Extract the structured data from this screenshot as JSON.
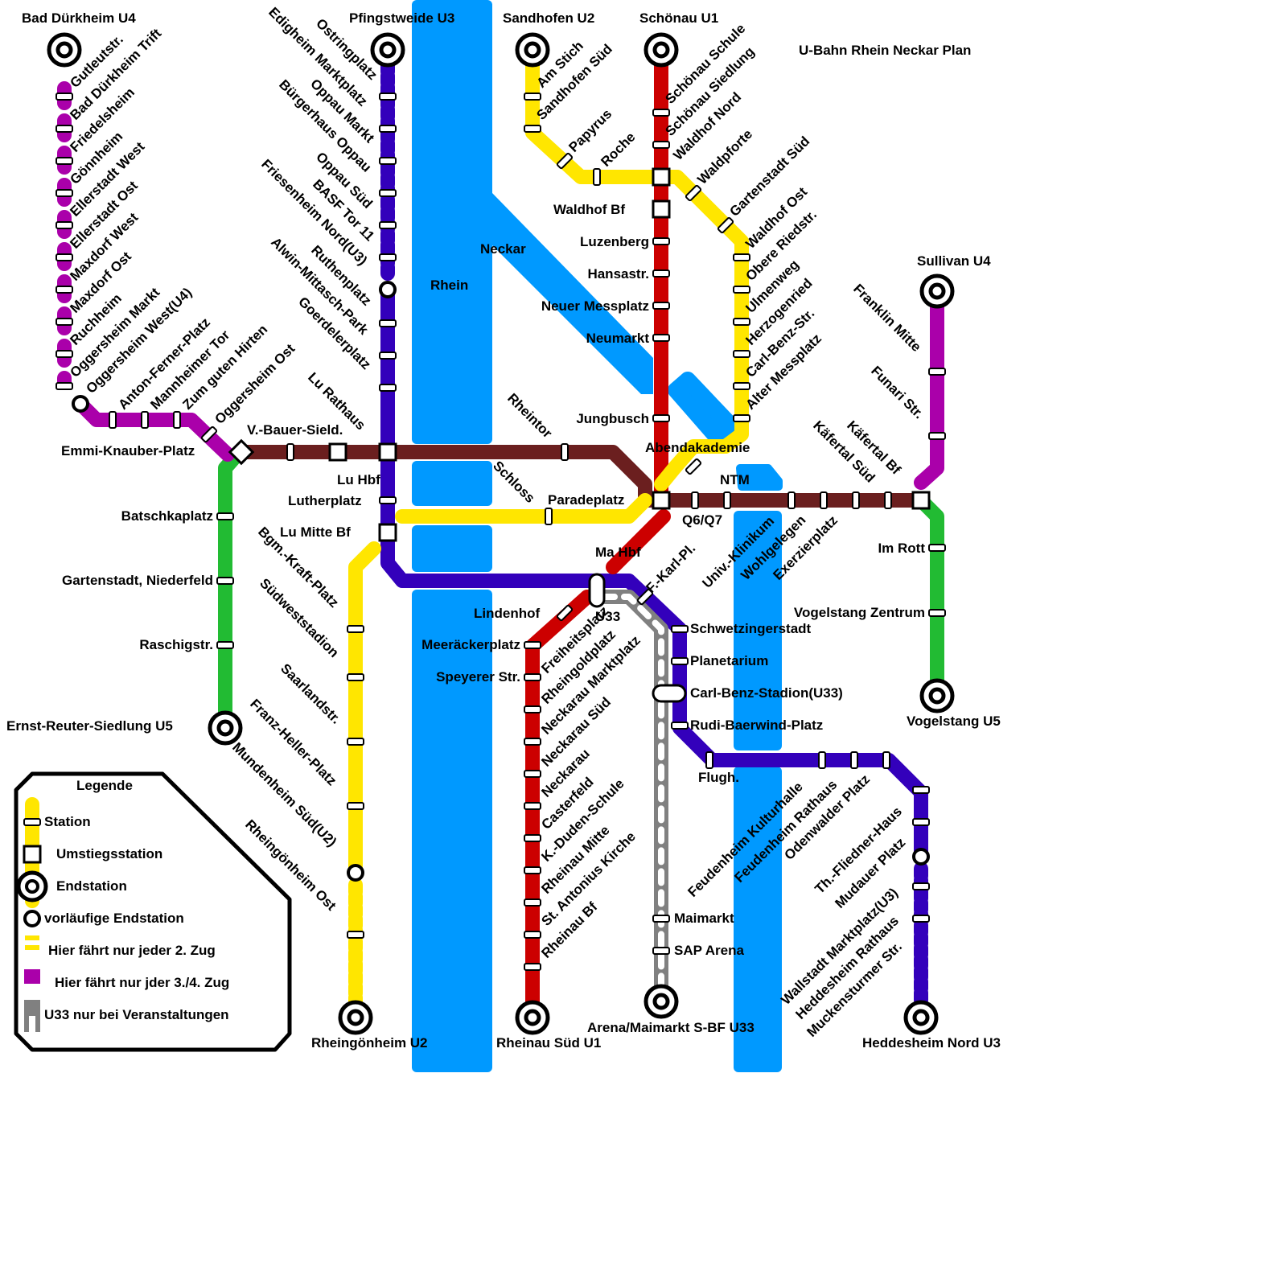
{
  "title": "U-Bahn Rhein Neckar Plan",
  "colors": {
    "water": "#0099ff",
    "u1": "#cc0000",
    "u2": "#ffe600",
    "u3": "#3300bb",
    "u4": "#aa00aa",
    "u5": "#22bb33",
    "u33": "#808080",
    "cross": "#6b1f1f"
  },
  "water": {
    "rhein": "Rhein",
    "neckar": "Neckar"
  },
  "termini": {
    "bad_duerkheim": "Bad Dürkheim U4",
    "pfingstweide": "Pfingstweide U3",
    "sandhofen": "Sandhofen U2",
    "schoenau": "Schönau U1",
    "sullivan": "Sullivan U4",
    "vogelstang": "Vogelstang U5",
    "ernst_reuter": "Ernst-Reuter-Siedlung U5",
    "rheingoenheim": "Rheingönheim U2",
    "rheinau_sued": "Rheinau Süd U1",
    "arena": "Arena/Maimarkt S-BF U33",
    "heddesheim": "Heddesheim Nord U3"
  },
  "stations_h": {
    "waldhof_bf": "Waldhof Bf",
    "luzenberg": "Luzenberg",
    "hansastr": "Hansastr.",
    "neuer_messplatz": "Neuer Messplatz",
    "neumarkt": "Neumarkt",
    "jungbusch": "Jungbusch",
    "abendakademie": "Abendakademie",
    "ntm": "NTM",
    "v_bauer": "V.-Bauer-Sield.",
    "emmi": "Emmi-Knauber-Platz",
    "lu_hbf": "Lu Hbf",
    "lutherplatz": "Lutherplatz",
    "lu_mitte": "Lu Mitte Bf",
    "paradeplatz": "Paradeplatz",
    "q6q7": "Q6/Q7",
    "ma_hbf": "Ma Hbf",
    "lindenhof": "Lindenhof",
    "u33": "U33",
    "meeraecker": "Meeräckerplatz",
    "speyerer": "Speyerer Str.",
    "schwetzinger": "Schwetzingerstadt",
    "planetarium": "Planetarium",
    "carl_benz_stadion": "Carl-Benz-Stadion(U33)",
    "rudi": "Rudi-Baerwind-Platz",
    "flugh": "Flugh.",
    "maimarkt": "Maimarkt",
    "sap": "SAP Arena",
    "batschkaplatz": "Batschkaplatz",
    "gartenstadt_niederfeld": "Gartenstadt, Niederfeld",
    "raschigstr": "Raschigstr.",
    "im_rott": "Im Rott",
    "vogelstang_zentrum": "Vogelstang Zentrum"
  },
  "stations_rot": {
    "gutleutstr": "Gutleutstr.",
    "bd_trift": "Bad Dürkheim Trift",
    "friedelsheim": "Friedelsheim",
    "goennheim": "Gönnheim",
    "ellerstadt_west": "Ellerstadt West",
    "ellerstadt_ost": "Ellerstadt Ost",
    "maxdorf_west": "Maxdorf West",
    "maxdorf_ost": "Maxdorf Ost",
    "ruchheim": "Ruchheim",
    "oggersheim_markt": "Oggersheim Markt",
    "oggersheim_west": "Oggersheim West(U4)",
    "anton_ferner": "Anton-Ferner-Platz",
    "mannheimer_tor": "Mannheimer Tor",
    "zum_guten_hirten": "Zum guten Hirten",
    "oggersheim_ost": "Oggersheim Ost",
    "am_stich": "Am Stich",
    "sandhofen_sued": "Sandhofen Süd",
    "papyrus": "Papyrus",
    "roche": "Roche",
    "schoenau_schule": "Schönau Schule",
    "schoenau_siedlung": "Schönau Siedlung",
    "waldhof_nord": "Waldhof Nord",
    "waldpforte": "Waldpforte",
    "gartenstadt_sued": "Gartenstadt Süd",
    "waldhof_ost": "Waldhof Ost",
    "obere_riedstr": "Obere Riedstr.",
    "ulmenweg": "Ulmenweg",
    "herzogenried": "Herzogenried",
    "carl_benz_str": "Carl-Benz-Str.",
    "alter_messplatz": "Alter Messplatz",
    "univ_klinikum": "Univ.-Klinikum",
    "wohlgelegen": "Wohlgelegen",
    "exerzierplatz": "Exerzierplatz",
    "kaefertal_sued": "Käfertal Süd",
    "kaefertal_bf": "Käfertal Bf",
    "franklin_mitte": "Franklin Mitte",
    "funari_str": "Funari Str.",
    "ostringplatz": "Ostringplatz",
    "edigheim": "Edigheim Marktplatz",
    "oppau_markt": "Oppau Markt",
    "buergerhaus": "Bürgerhaus Oppau",
    "oppau_sued": "Oppau Süd",
    "basf": "BASF Tor 11",
    "friesenheim": "Friesenheim Nord(U3)",
    "ruthenplatz": "Ruthenplatz",
    "alwin": "Alwin-Mittasch-Park",
    "goerdeler": "Goerdelerplatz",
    "lu_rathaus": "Lu Rathaus",
    "rheintor": "Rheintor",
    "schloss": "Schloss",
    "bgm_kraft": "Bgm.-Kraft-Platz",
    "suedweststadion": "Südweststadion",
    "saarlandstr": "Saarlandstr.",
    "franz_heller": "Franz-Heller-Platz",
    "mundenheim": "Mundenheim Süd(U2)",
    "rheingoenheim_ost": "Rheingönheim Ost",
    "f_karl": "F.-Karl-Pl.",
    "freiheitsplatz": "Freiheitsplatz",
    "rheingoldplatz": "Rheingoldplatz",
    "neckarau_markt": "Neckarau Marktplatz",
    "neckarau_sued": "Neckarau Süd",
    "neckarau": "Neckarau",
    "casterfeld": "Casterfeld",
    "k_duden": "K.-Duden-Schule",
    "rheinau_mitte": "Rheinau Mitte",
    "st_antonius": "St. Antonius Kirche",
    "rheinau_bf": "Rheinau Bf",
    "feudenheim_kultur": "Feudenheim Kulturhalle",
    "feudenheim_rathaus": "Feudenheim Rathaus",
    "odenwalder": "Odenwalder Platz",
    "th_fliedner": "Th.-Fliedner-Haus",
    "mudauer": "Mudauer Platz",
    "wallstadt": "Wallstadt Marktplatz(U3)",
    "heddesheim_rathaus": "Heddesheim Rathaus",
    "muckensturmer": "Muckensturmer Str."
  },
  "legend": {
    "title": "Legende",
    "station": "Station",
    "umstieg": "Umstiegsstation",
    "endstation": "Endstation",
    "vorlaeufig": "vorläufige Endstation",
    "jeder2": "Hier fährt nur jeder 2. Zug",
    "jeder34": "Hier fährt nur jder 3./4. Zug",
    "u33": "U33 nur bei Veranstaltungen"
  }
}
